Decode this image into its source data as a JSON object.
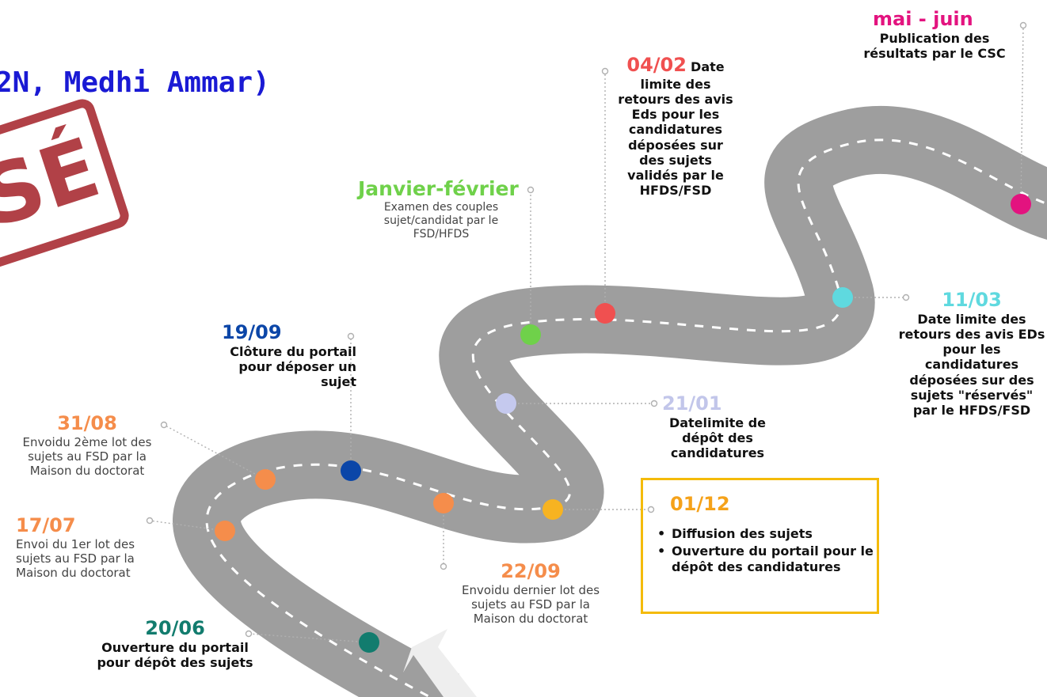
{
  "header": {
    "title": "2N, Medhi Ammar)",
    "stamp_text": "SÉ"
  },
  "colors": {
    "road": "#9e9e9e",
    "dash": "#ffffff",
    "leader": "#b0b0b0"
  },
  "milestones": [
    {
      "id": "m2006",
      "date": "20/06",
      "date_color": "#127c6e",
      "dot_color": "#127c6e",
      "text": "Ouverture du portail pour dépôt des sujets"
    },
    {
      "id": "m1707",
      "date": "17/07",
      "date_color": "#f58d4b",
      "dot_color": "#f58d4b",
      "text": "Envoi du 1er lot des sujets au FSD par la Maison du doctorat"
    },
    {
      "id": "m3108",
      "date": "31/08",
      "date_color": "#f58d4b",
      "dot_color": "#f58d4b",
      "text": "Envoidu 2ème lot des sujets au FSD par la Maison du doctorat"
    },
    {
      "id": "m1909",
      "date": "19/09",
      "date_color": "#0b46a8",
      "dot_color": "#0b46a8",
      "text": "Clôture du portail pour déposer un sujet"
    },
    {
      "id": "m2209",
      "date": "22/09",
      "date_color": "#f58d4b",
      "dot_color": "#f58d4b",
      "text": "Envoidu dernier lot des sujets au FSD par la Maison du doctorat"
    },
    {
      "id": "m0112",
      "date": "01/12",
      "date_color": "#f5a21a",
      "dot_color": "#f7b321",
      "bullets": [
        "Diffusion des sujets",
        "Ouverture du portail pour le dépôt des candidatures"
      ]
    },
    {
      "id": "m2101",
      "date": "21/01",
      "date_color": "#c2c6ea",
      "dot_color": "#c5c9ee",
      "text": "Datelimite de dépôt des candidatures"
    },
    {
      "id": "mjanv",
      "date": "Janvier-février",
      "date_color": "#6fd14a",
      "dot_color": "#6fd14a",
      "text": "Examen des couples sujet/candidat par le FSD/HFDS"
    },
    {
      "id": "m0402",
      "date": "04/02",
      "date_suffix": "Date",
      "date_color": "#f05050",
      "dot_color": "#f05050",
      "text": "limite des retours des avis Eds pour les candidatures déposées sur des sujets validés par le HFDS/FSD"
    },
    {
      "id": "m1103",
      "date": "11/03",
      "date_color": "#5fd9df",
      "dot_color": "#5fd9df",
      "text": "Date limite des retours des avis EDs pour les candidatures déposées sur des sujets \"réservés\" par le HFDS/FSD"
    },
    {
      "id": "mmai",
      "date": "mai - juin",
      "date_color": "#e3137f",
      "dot_color": "#e3137f",
      "text": "Publication des résultats par le CSC"
    }
  ]
}
